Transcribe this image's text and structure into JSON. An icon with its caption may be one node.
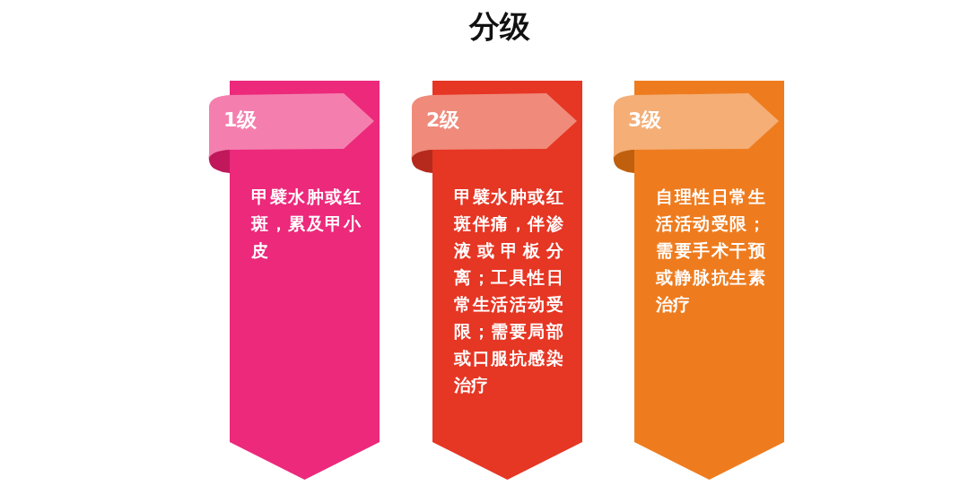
{
  "diagram": {
    "title": "分级",
    "nodes": [
      {
        "text": [
          "1级"
        ]
      },
      {
        "text": [
          "甲襞水肿或红斑，累及甲小皮"
        ]
      },
      {
        "text": [
          "2级"
        ]
      },
      {
        "text": [
          "甲襞水肿或红斑伴痛，伴渗液或甲板分离；工具性日常生活活动受限；需要局部或口服抗感染治疗"
        ]
      },
      {
        "text": [
          "3级"
        ]
      },
      {
        "text": [
          "自理性日常生活活动受限；需要手术干预或静脉抗生素治疗"
        ]
      }
    ]
  }
}
